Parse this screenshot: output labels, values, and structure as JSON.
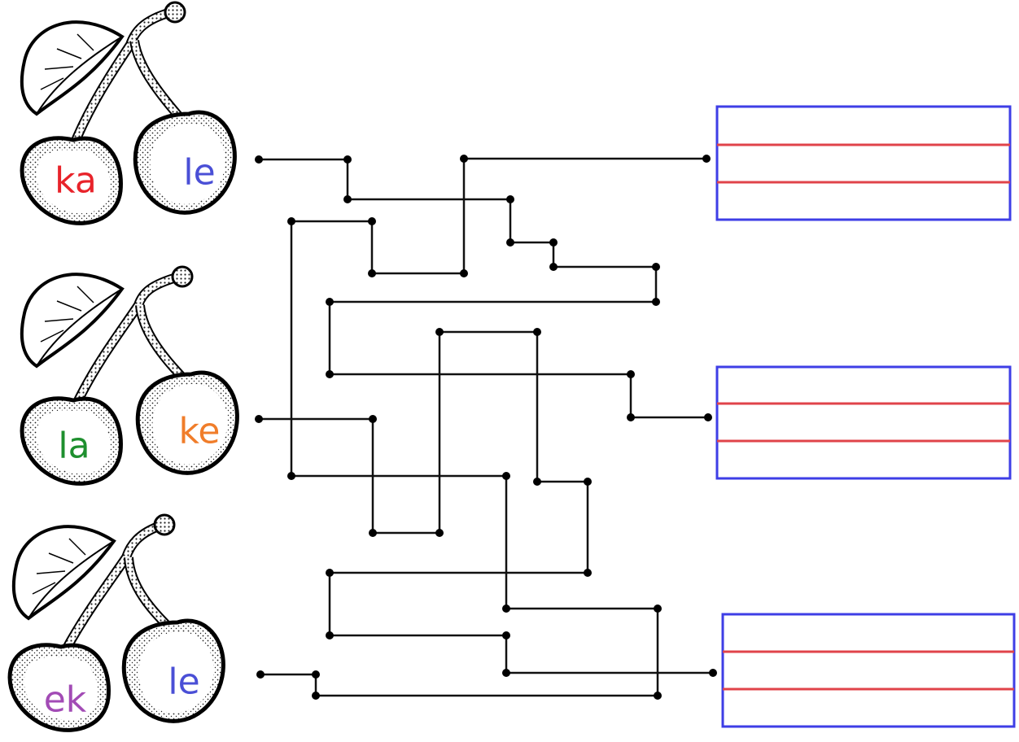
{
  "colors": {
    "red": "#e8232a",
    "blue": "#4a4fd6",
    "green": "#1e8f2e",
    "orange": "#f07d2a",
    "purple": "#a24bb5",
    "box_border": "#3e3ee6",
    "box_rule": "#e0434a",
    "maze_line": "#111111"
  },
  "cherries": [
    {
      "left": {
        "text": "ka",
        "color": "#e8232a"
      },
      "right": {
        "text": "le",
        "color": "#4a4fd6"
      }
    },
    {
      "left": {
        "text": "la",
        "color": "#1e8f2e"
      },
      "right": {
        "text": "ke",
        "color": "#f07d2a"
      }
    },
    {
      "left": {
        "text": "ek",
        "color": "#a24bb5"
      },
      "right": {
        "text": "le",
        "color": "#4a4fd6"
      }
    }
  ],
  "answer_boxes": [
    {
      "rows": 3
    },
    {
      "rows": 3
    },
    {
      "rows": 3
    }
  ]
}
